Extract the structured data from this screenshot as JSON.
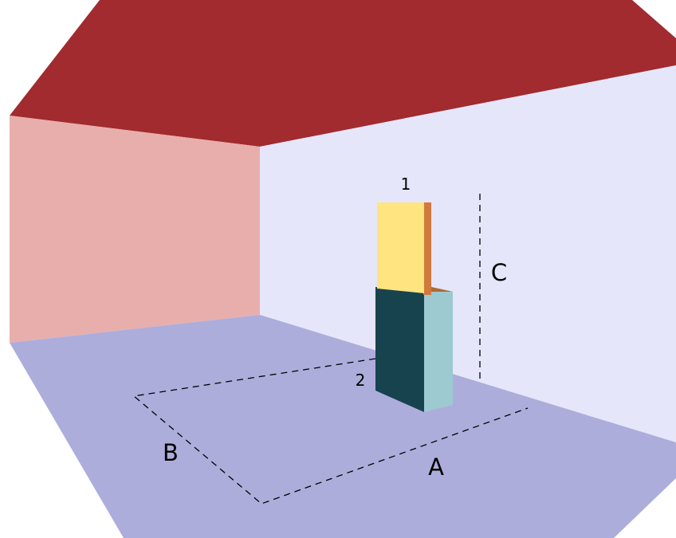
{
  "labels": {
    "box_top": "1",
    "box_bottom": "2",
    "dimension_a": "A",
    "dimension_b": "B",
    "dimension_c": "C"
  },
  "colors": {
    "ceiling": "#a12b2e",
    "left_wall": "#e8aeac",
    "back_wall": "#e6e6fa",
    "floor": "#adaddc",
    "box1_front": "#ffe47f",
    "box1_side": "#d2783d",
    "box2_front": "#17434f",
    "box2_side": "#9dc9d0",
    "box2_top": "#ac6a33"
  }
}
